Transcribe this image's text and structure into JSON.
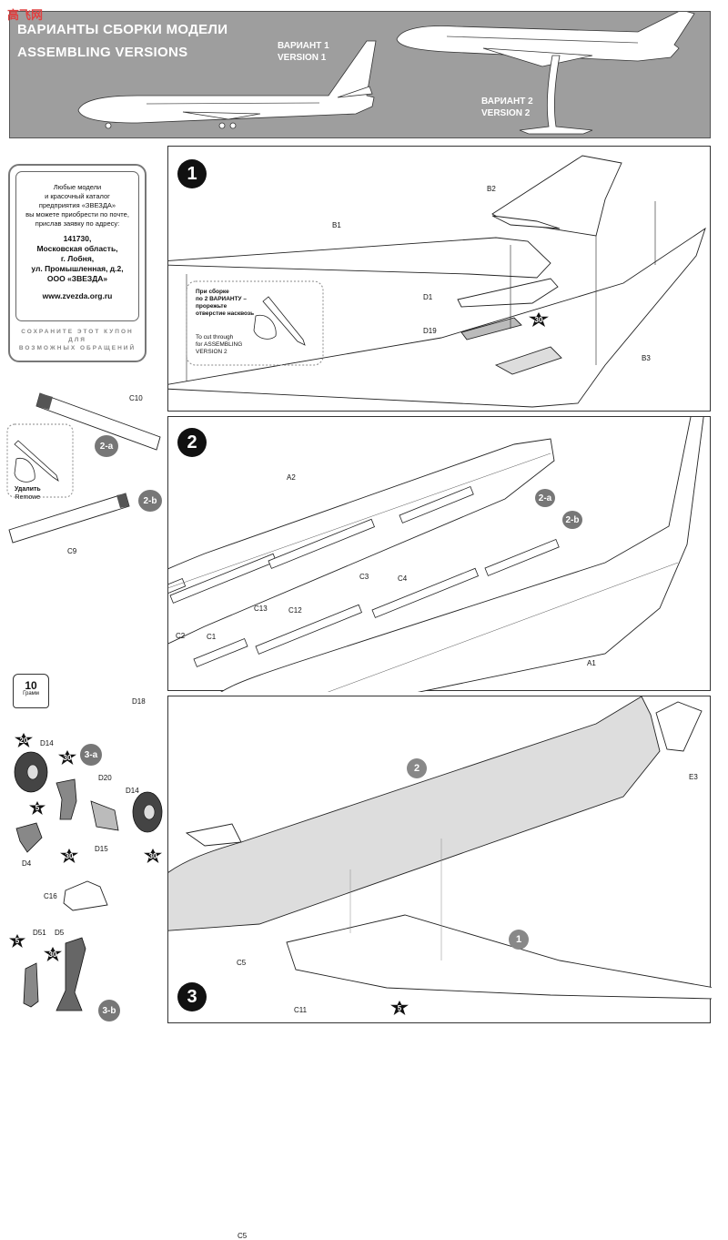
{
  "header": {
    "title_ru": "ВАРИАНТЫ СБОРКИ МОДЕЛИ",
    "title_en": "ASSEMBLING VERSIONS",
    "version1_ru": "ВАРИАНТ 1",
    "version1_en": "VERSION 1",
    "version2_ru": "ВАРИАНТ 2",
    "version2_en": "VERSION 2",
    "watermark": "高飞网"
  },
  "coupon": {
    "lines": [
      "Любые модели",
      "и красочный каталог",
      "предприятия «ЗВЕЗДА»",
      "вы можете приобрести по почте,",
      "прислав заявку по адресу:"
    ],
    "address": [
      "141730,",
      "Московская область,",
      "г. Лобня,",
      "ул. Промышленная, д.2,",
      "ООО «ЗВЕЗДА»"
    ],
    "website": "www.zvezda.org.ru",
    "footer": [
      "СОХРАНИТЕ ЭТОТ КУПОН",
      "ДЛЯ",
      "ВОЗМОЖНЫХ ОБРАЩЕНИЙ"
    ]
  },
  "step1": {
    "number": "1",
    "parts": {
      "b1": "B1",
      "b2": "B2",
      "b3": "B3",
      "d1": "D1",
      "d19": "D19"
    },
    "paint": "30",
    "note_ru": [
      "При сборке",
      "по 2 ВАРИАНТУ –",
      "прорежьте",
      "отверстие насквозь"
    ],
    "note_en": [
      "To cut through",
      "for ASSEMBLING",
      "VERSION 2"
    ]
  },
  "sidebar": {
    "c10": "C10",
    "c9": "C9",
    "badge_2a": "2-a",
    "badge_2b": "2-b",
    "remove_ru": "Удалить",
    "remove_en": "Remowe",
    "weight_value": "10",
    "weight_unit": "Грамм"
  },
  "step2": {
    "number": "2",
    "parts": {
      "a1": "A1",
      "a2": "A2",
      "c1": "C1",
      "c2": "C2",
      "c3": "C3",
      "c4": "C4",
      "c12": "C12",
      "c13": "C13",
      "d18": "D18"
    },
    "badge_2a": "2-a",
    "badge_2b": "2-b"
  },
  "step3a": {
    "badge": "3-a",
    "parts": {
      "d14a": "D14",
      "d14b": "D14",
      "d20": "D20",
      "d15": "D15",
      "d4": "D4"
    },
    "paints": {
      "p20": "20",
      "p30a": "30",
      "p5": "5",
      "p30b": "30",
      "p30c": "30"
    }
  },
  "step3b": {
    "badge": "3-b",
    "parts": {
      "c16": "C16",
      "d51": "D51",
      "d5": "D5"
    },
    "paints": {
      "p5": "5",
      "p30": "30"
    }
  },
  "step3": {
    "number": "3",
    "parts": {
      "e3": "E3",
      "c5": "C5",
      "c11": "C11"
    },
    "badge_2": "2",
    "badge_1": "1",
    "paint": "5"
  }
}
